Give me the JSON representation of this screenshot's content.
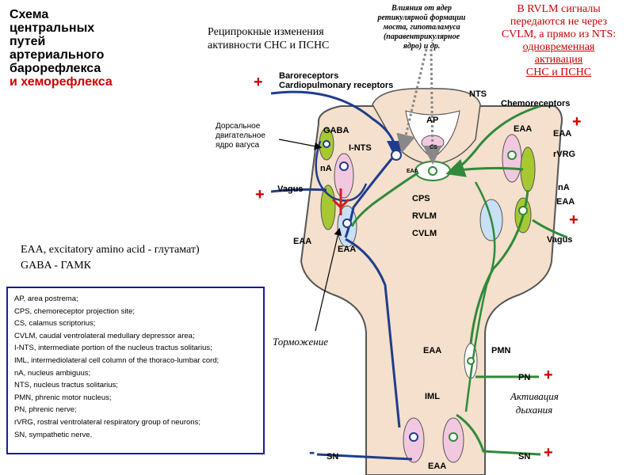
{
  "title": {
    "line1": "Схема",
    "line2": "центральных",
    "line3": "путей",
    "line4": "артериального",
    "line5": "барорефлекса",
    "line6": "и хеморефлекса"
  },
  "reciprocal": {
    "line1": "Реципрокные изменения",
    "line2": "активности СНС и ПСНС"
  },
  "influence": {
    "line1": "Влияния от ядер",
    "line2": "ретикулярной формации",
    "line3": "моста, гипоталамуса",
    "line4": "(паравентрикулярное",
    "line5": "ядро) и др."
  },
  "rvlm_note": {
    "line1": "В RVLM сигналы",
    "line2": "передаются не через",
    "line3": "CVLM, а прямо из NTS:",
    "line4": "одновременная",
    "line5": "активация",
    "line6": "СНС и ПСНС"
  },
  "dorsal": {
    "line1": "Дорсальное",
    "line2": "двигательное",
    "line3": "ядро вагуса"
  },
  "legend_short": {
    "eaa": "EAA, excitatory amino acid - глутамат)",
    "gaba": "GABA - ГАМК"
  },
  "glossary": [
    "AP, area postrema;",
    "CPS,  chemoreceptor projection site;",
    "CS,  calamus  scriptorius;",
    "CVLM,  caudal ventrolateral medullary  depressor area;",
    "I-NTS,  intermediate  portion of the nucleus tractus solitarius;",
    "IML,  intermediolateral  cell column  of the thoraco-lumbar  cord;",
    "nA, nucleus ambiguus;",
    "NTS,  nucleus tractus solitarius;",
    "PMN,  phrenic motor  nucleus;",
    "PN,  phrenic nerve;",
    "rVRG,  rostral ventrolateral respiratory group of neurons;",
    "SN,  sympathetic nerve."
  ],
  "annotations": {
    "inhibition": "Торможение",
    "activation_line1": "Активация",
    "activation_line2": "дыхания"
  },
  "labels": {
    "baroreceptors": "Baroreceptors",
    "cardiopulmonary": "Cardiopulmonary receptors",
    "nts": "NTS",
    "ap": "AP",
    "cs": "CS",
    "chemoreceptors": "Chemoreceptors",
    "gaba": "GABA",
    "i_nts": "I-NTS",
    "na_left": "nA",
    "vagus_left": "Vagus",
    "eaa_center": "EAA",
    "cps": "CPS",
    "rvlm": "RVLM",
    "cvlm": "CVLM",
    "eaa_left_bottom": "EAA",
    "eaa_mid_bottom": "EAA",
    "eaa_right_top": "EAA",
    "eaa_right_top2": "EAA",
    "rvrg": "rVRG",
    "na_right": "nA",
    "eaa_right_mid": "EAA",
    "vagus_right": "Vagus",
    "eaa_pmn": "EAA",
    "pmn": "PMN",
    "pn": "PN",
    "iml": "IML",
    "sn_left": "SN",
    "sn_right": "SN",
    "eaa_bottom": "EAA"
  },
  "signs": {
    "plus": "+",
    "minus": "-"
  },
  "colors": {
    "blue_path": "#1f3d8c",
    "green_path": "#2f8a3a",
    "red_accent": "#cc0000",
    "red_neuron": "#d02020",
    "pink_nucleus": "#f2c8e0",
    "green_nucleus": "#a8c832",
    "blue_nucleus": "#c8e0f5",
    "tan_body": "#f4e0cc"
  }
}
